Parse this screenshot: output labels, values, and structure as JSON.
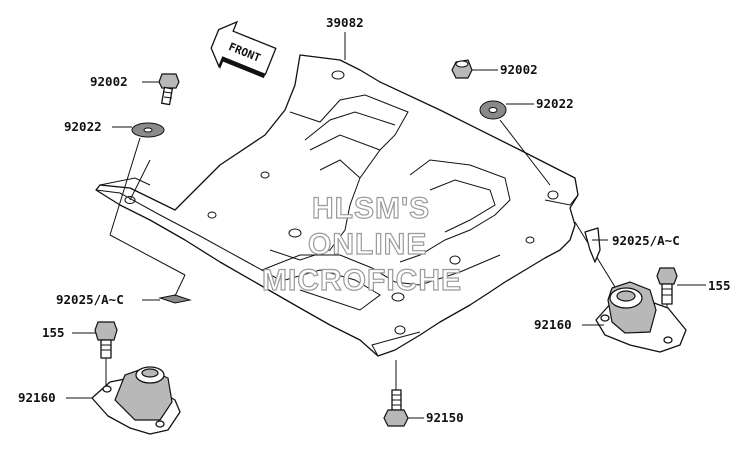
{
  "diagram": {
    "direction_marker": "FRONT",
    "watermark": [
      "HLSM'S",
      "ONLINE",
      "MICROFICHE"
    ],
    "callouts": [
      {
        "id": "frame-plate",
        "text": "39082"
      },
      {
        "id": "bolt-top-left",
        "text": "92002"
      },
      {
        "id": "bolt-top-right",
        "text": "92002"
      },
      {
        "id": "washer-left",
        "text": "92022"
      },
      {
        "id": "washer-right",
        "text": "92022"
      },
      {
        "id": "clip-left",
        "text": "92025/A~C"
      },
      {
        "id": "clip-right",
        "text": "92025/A~C"
      },
      {
        "id": "bolt-155-left",
        "text": "155"
      },
      {
        "id": "bolt-155-right",
        "text": "155"
      },
      {
        "id": "mount-left",
        "text": "92160"
      },
      {
        "id": "mount-right",
        "text": "92160"
      },
      {
        "id": "bolt-bottom",
        "text": "92150"
      }
    ]
  }
}
